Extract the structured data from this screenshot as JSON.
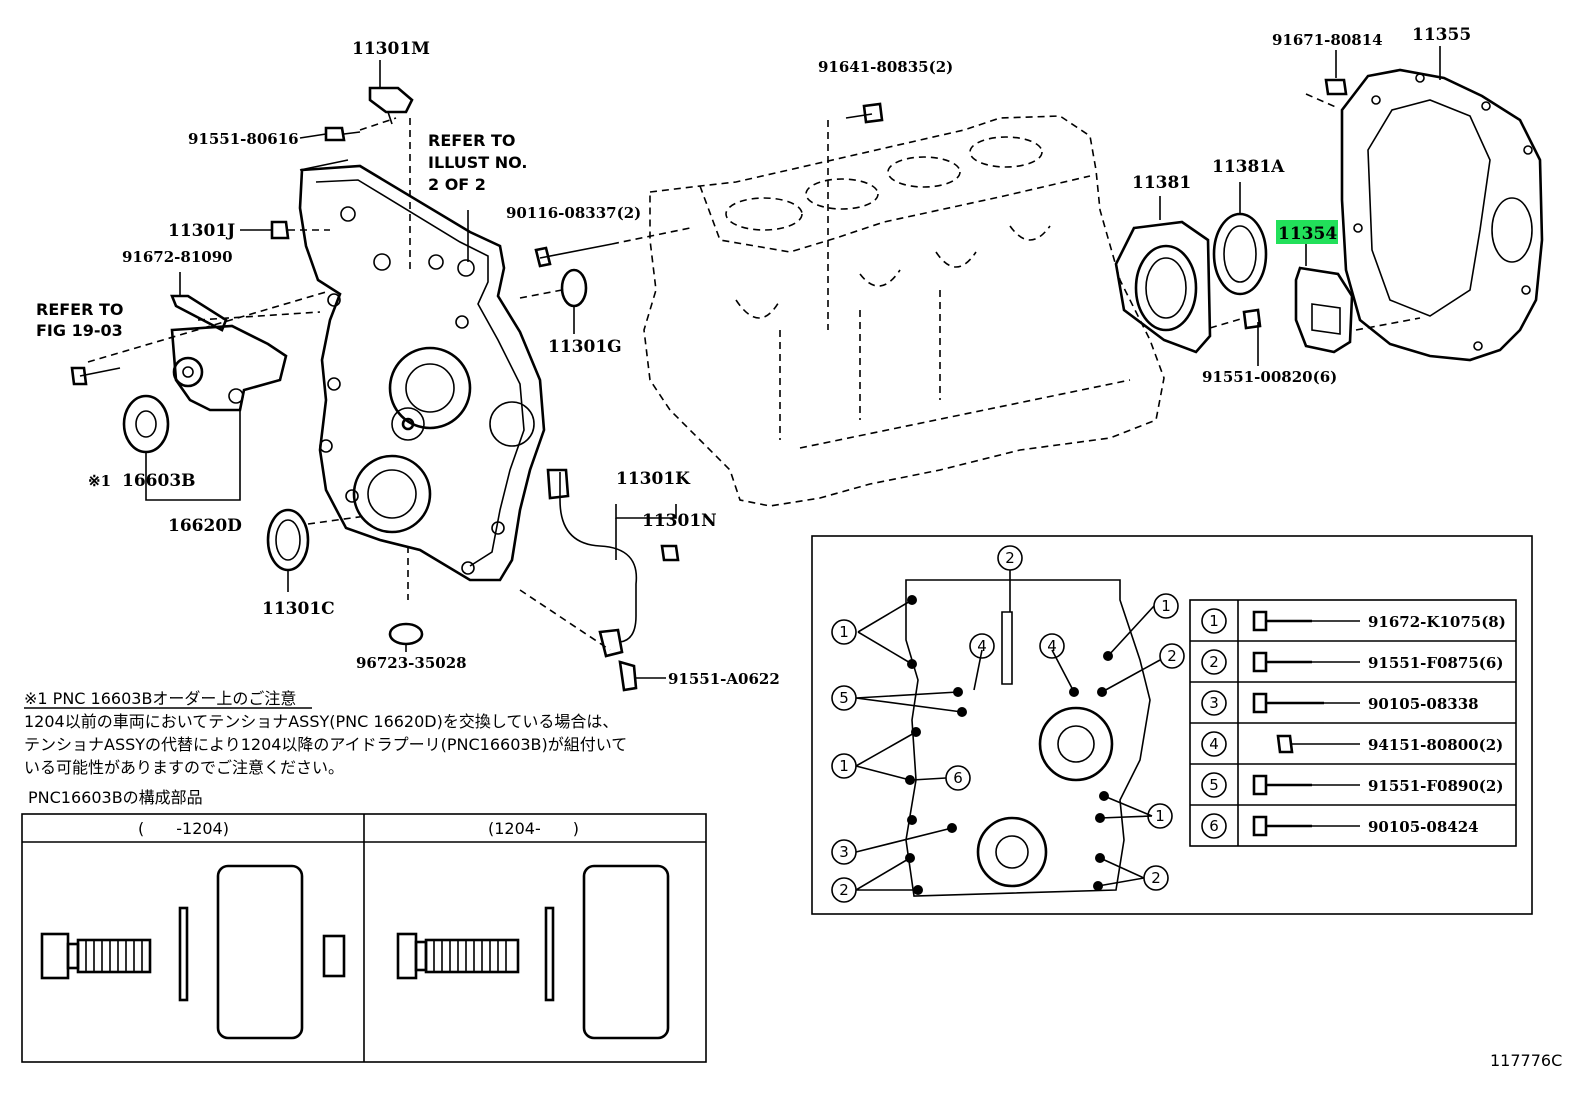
{
  "labels": {
    "p11301M": "11301M",
    "p91551_80616": "91551-80616",
    "refer_illust_1": "REFER TO",
    "refer_illust_2": "ILLUST NO.",
    "refer_illust_3": "2 OF 2",
    "p11301J": "11301J",
    "p91672_81090": "91672-81090",
    "refer_fig_1": "REFER TO",
    "refer_fig_2": "FIG 19-03",
    "note_mark": "※1",
    "p16603B": "16603B",
    "p16620D": "16620D",
    "p11301C": "11301C",
    "p96723_35028": "96723-35028",
    "p90116_08337": "90116-08337(2)",
    "p11301G": "11301G",
    "p91641_80835": "91641-80835(2)",
    "p11301K": "11301K",
    "p11301N": "11301N",
    "p91551_A0622": "91551-A0622",
    "p11381": "11381",
    "p11381A": "11381A",
    "p11354": "11354",
    "p91551_00820": "91551-00820(6)",
    "p91671_80814": "91671-80814",
    "p11355": "11355",
    "fig_code": "117776C"
  },
  "notice": {
    "title": "※1 PNC 16603Bオーダー上のご注意",
    "line1": "1204以前の車両においてテンショナASSY(PNC 16620D)を交換している場合は、",
    "line2": "テンショナASSYの代替により1204以降のアイドラプーリ(PNC16603B)が組付いて",
    "line3": "いる可能性がありますのでご注意ください。",
    "subtitle": "PNC16603Bの構成部品"
  },
  "components_table": {
    "col1": "(　　-1204)",
    "col2": "(1204-　　)"
  },
  "bolt_legend": [
    {
      "num": "1",
      "part": "91672-K1075(8)"
    },
    {
      "num": "2",
      "part": "91551-F0875(6)"
    },
    {
      "num": "3",
      "part": "90105-08338"
    },
    {
      "num": "4",
      "part": "94151-80800(2)"
    },
    {
      "num": "5",
      "part": "91551-F0890(2)"
    },
    {
      "num": "6",
      "part": "90105-08424"
    }
  ],
  "inset_callouts": [
    "1",
    "2",
    "3",
    "4",
    "5",
    "6"
  ],
  "colors": {
    "highlight": "#22e05a"
  }
}
